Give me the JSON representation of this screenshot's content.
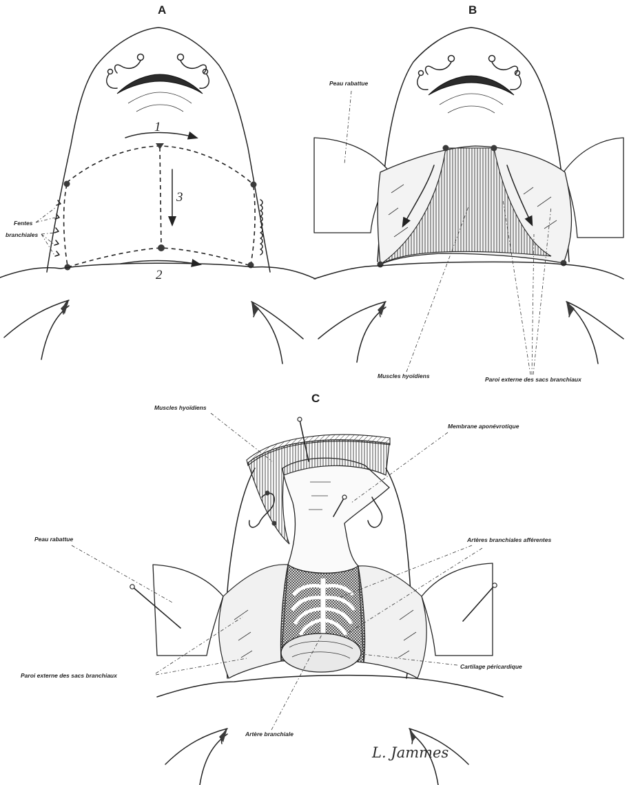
{
  "panels": {
    "a": "A",
    "b": "B",
    "c": "C"
  },
  "labels": {
    "fentes_line1": "Fentes",
    "fentes_line2": "branchiales",
    "arrow_1": "1",
    "arrow_2": "2",
    "arrow_3": "3",
    "peau_b": "Peau rabattue",
    "muscles_b": "Muscles hyoïdiens",
    "paroi_b": "Paroi externe des sacs branchiaux",
    "muscles_c": "Muscles hyoïdiens",
    "membrane_c": "Membrane aponévrotique",
    "peau_c": "Peau rabattue",
    "arteres_c": "Artères branchiales afférentes",
    "paroi_c": "Paroi externe des sacs branchiaux",
    "cartilage_c": "Cartilage péricardique",
    "artere_c": "Artère branchiale"
  },
  "signature": "L. Jammes"
}
